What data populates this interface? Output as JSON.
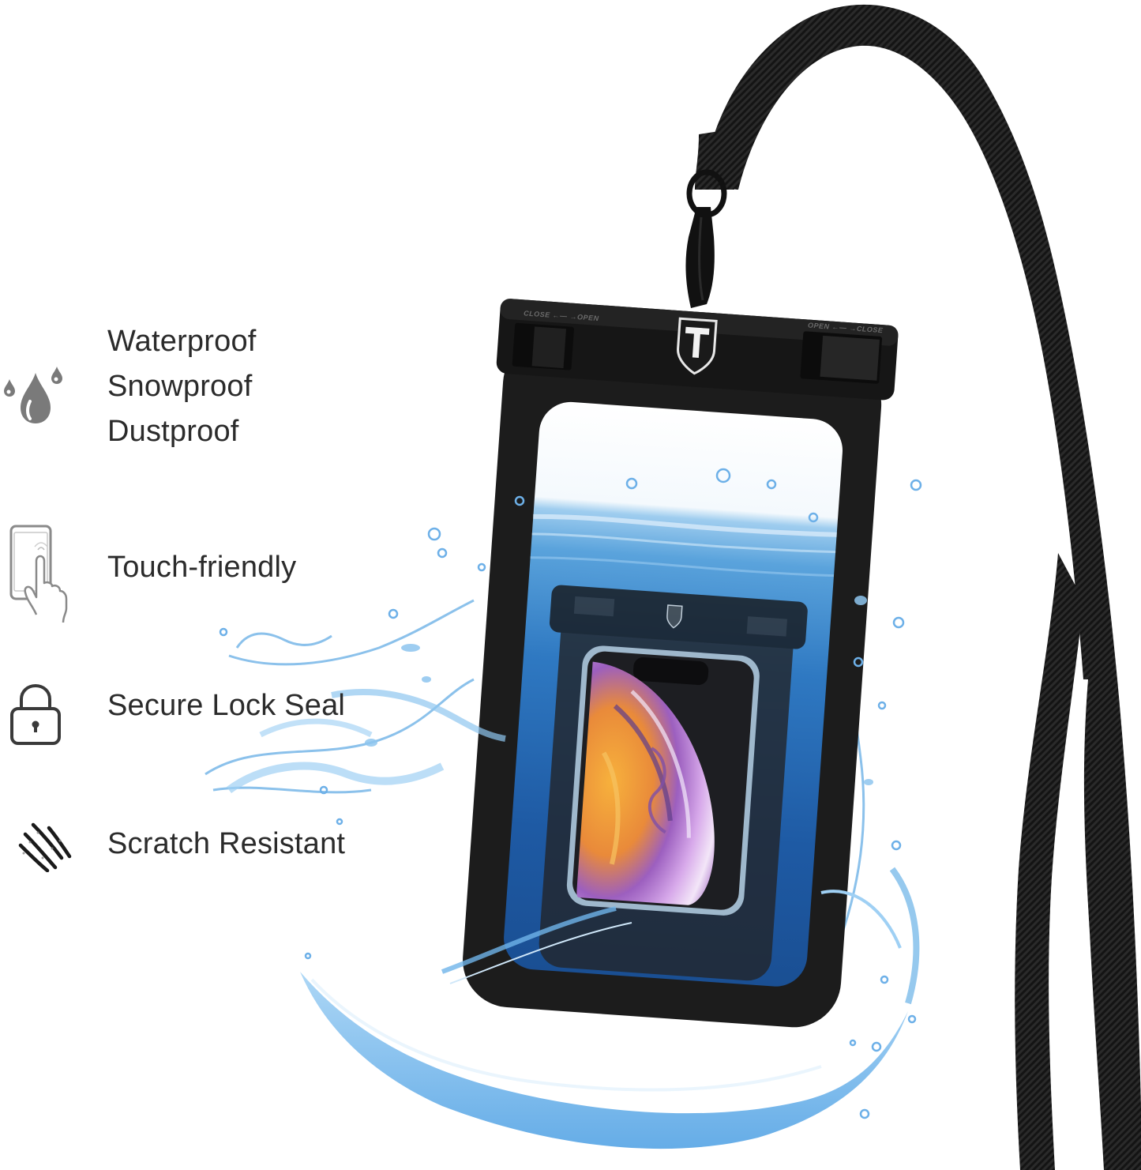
{
  "product": {
    "name": "Waterproof phone pouch with lanyard",
    "brand_logo": "T-shield-logo",
    "closure_labels": {
      "left": "CLOSE ← → OPEN",
      "right": "OPEN ← → CLOSE"
    }
  },
  "features": [
    {
      "icon": "water-drops-icon",
      "labels": [
        "Waterproof",
        "Snowproof",
        "Dustproof"
      ]
    },
    {
      "icon": "touch-phone-icon",
      "labels": [
        "Touch-friendly"
      ]
    },
    {
      "icon": "padlock-icon",
      "labels": [
        "Secure Lock Seal"
      ]
    },
    {
      "icon": "scratch-claw-icon",
      "labels": [
        "Scratch Resistant"
      ]
    }
  ],
  "colors": {
    "text": "#2b2b2b",
    "icon_gray": "#7a7a7a",
    "pouch_black": "#1c1c1c",
    "lanyard_black": "#161616",
    "water_blue": "#4aa3e6",
    "water_light": "#a8d4f5",
    "water_deep": "#1f5ea8",
    "background": "#ffffff"
  }
}
